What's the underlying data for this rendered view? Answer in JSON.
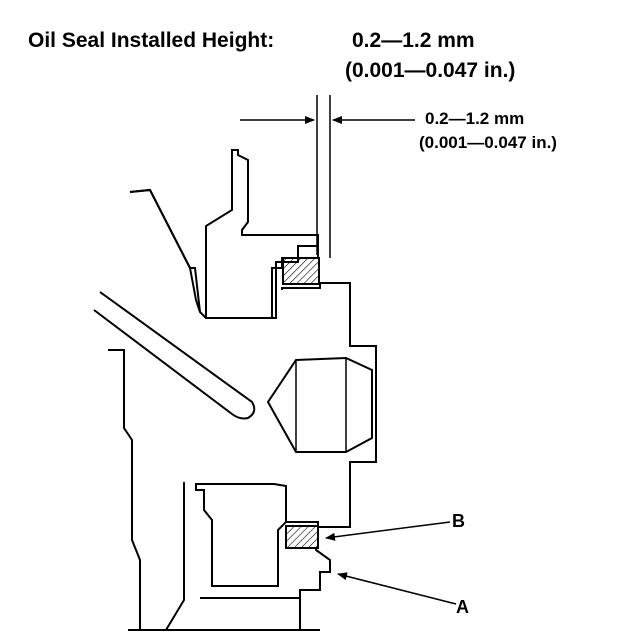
{
  "header": {
    "title": "Oil Seal Installed Height:",
    "spec_metric": "0.2—1.2 mm",
    "spec_imperial": "(0.001—0.047 in.)"
  },
  "dimension_callout": {
    "metric": "0.2—1.2 mm",
    "imperial": "(0.001—0.047 in.)"
  },
  "labels": {
    "b": "B",
    "a": "A"
  }
}
